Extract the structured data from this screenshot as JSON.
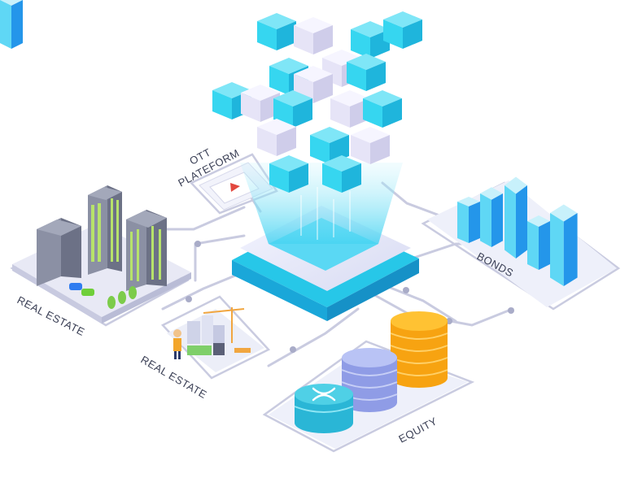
{
  "labels": {
    "ott_line1": "OTT",
    "ott_line2": "PLATEFORM",
    "real_estate_city": "REAL ESTATE",
    "real_estate_construction": "REAL ESTATE",
    "bonds": "BONDS",
    "equity": "EQUITY"
  },
  "colors": {
    "line": "#c9cbe0",
    "node": "#a9acc8",
    "platform_cyan": "#27c7e8",
    "cube_cyan": "#36d6f0",
    "cube_lavender": "#e6e4f7",
    "bar_blue": "#2aa9f0",
    "coin_gold": "#ffb21f",
    "coin_lavender": "#aab5f2",
    "coin_teal": "#4fd0e6",
    "building_gray": "#7f8496",
    "building_green": "#b7e36a"
  },
  "icons": {
    "ott": "video-player-icon",
    "coin": "ripple-coin-icon"
  }
}
